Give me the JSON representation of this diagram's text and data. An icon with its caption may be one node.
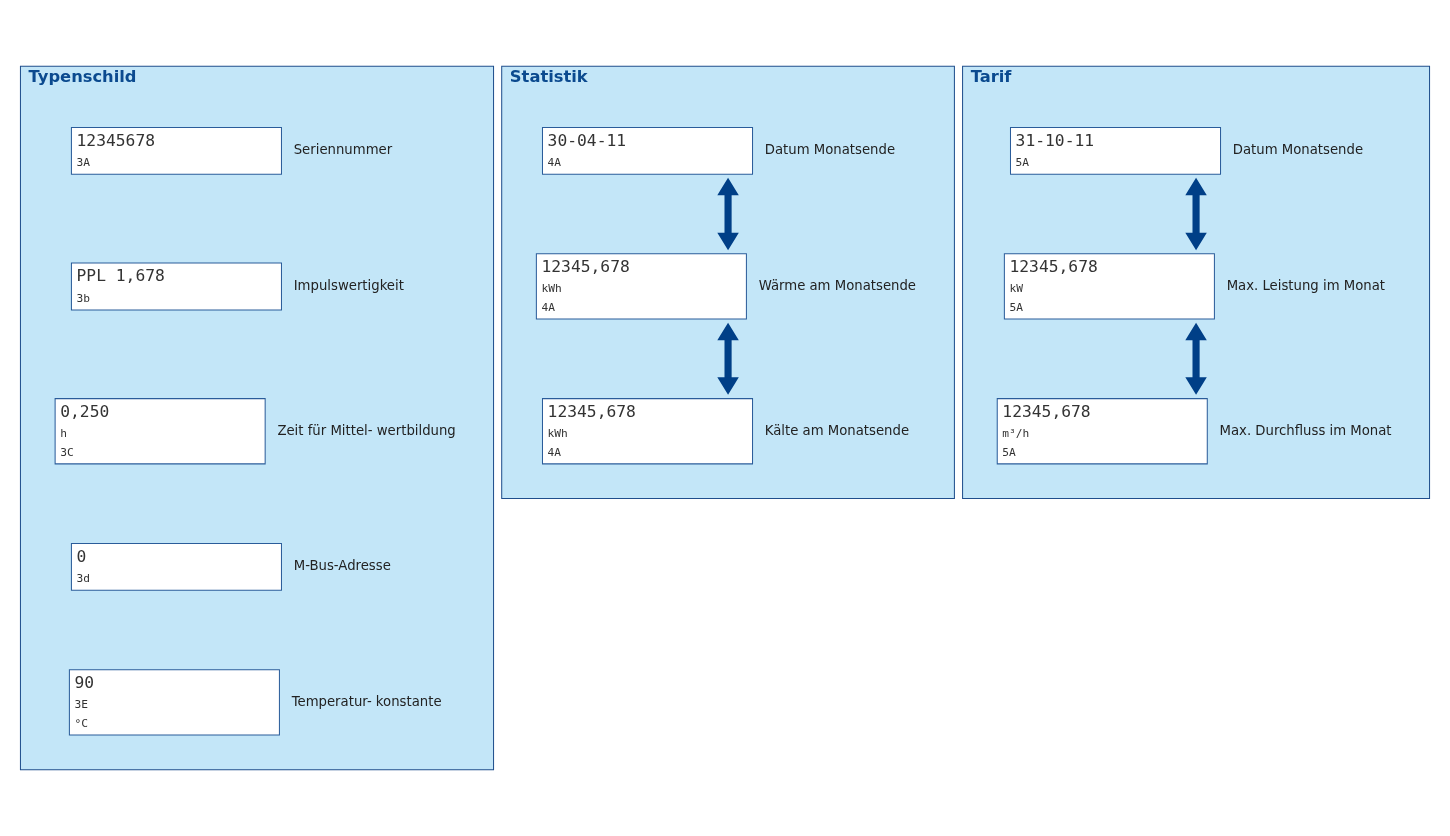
{
  "diagram": {
    "nodes": [
      {
        "text": [
          "Typenschild"
        ]
      },
      {
        "text": [
          "12345678",
          "3A"
        ],
        "beside": [
          "Seriennummer"
        ],
        "in": 0
      },
      {
        "text": [
          "PPL 1,678",
          "3b"
        ],
        "beside": [
          "Impulswertigkeit"
        ],
        "in": 0
      },
      {
        "text": [
          "0,250",
          "h",
          "3C"
        ],
        "beside": [
          "Zeit für Mittel- wertbildung"
        ],
        "in": 0
      },
      {
        "text": [
          "0",
          "3d"
        ],
        "beside": [
          "M-Bus-Adresse"
        ],
        "in": 0
      },
      {
        "text": [
          "90",
          "3E",
          "°C"
        ],
        "beside": [
          "Temperatur- konstante"
        ],
        "in": 0
      },
      {
        "text": [
          "Statistik"
        ]
      },
      {
        "text": [
          "30-04-11",
          "4A"
        ],
        "beside": [
          "Datum Monatsende"
        ],
        "in": 6
      },
      {
        "text": [
          "12345,678",
          "kWh",
          "4A"
        ],
        "beside": [
          "Wärme am Monatsende"
        ],
        "in": 6
      },
      {
        "text": [
          "12345,678",
          "kWh",
          "4A"
        ],
        "beside": [
          "Kälte am Monatsende"
        ],
        "in": 6
      },
      {
        "text": [
          "Tarif"
        ]
      },
      {
        "text": [
          "31-10-11",
          "5A"
        ],
        "beside": [
          "Datum Monatsende"
        ],
        "in": 10
      },
      {
        "text": [
          "12345,678",
          "kW",
          "5A"
        ],
        "beside": [
          "Max. Leistung im Monat"
        ],
        "in": 10
      },
      {
        "text": [
          "12345,678",
          "m³/h",
          "5A"
        ],
        "beside": [
          "Max. Durchfluss im Monat"
        ],
        "in": 10
      }
    ],
    "edges": [
      {
        "from": 7,
        "to": 8,
        "arrow": "both"
      },
      {
        "from": 8,
        "to": 9,
        "arrow": "both"
      },
      {
        "from": 11,
        "to": 12,
        "arrow": "both"
      },
      {
        "from": 12,
        "to": 13,
        "arrow": "both"
      }
    ]
  }
}
